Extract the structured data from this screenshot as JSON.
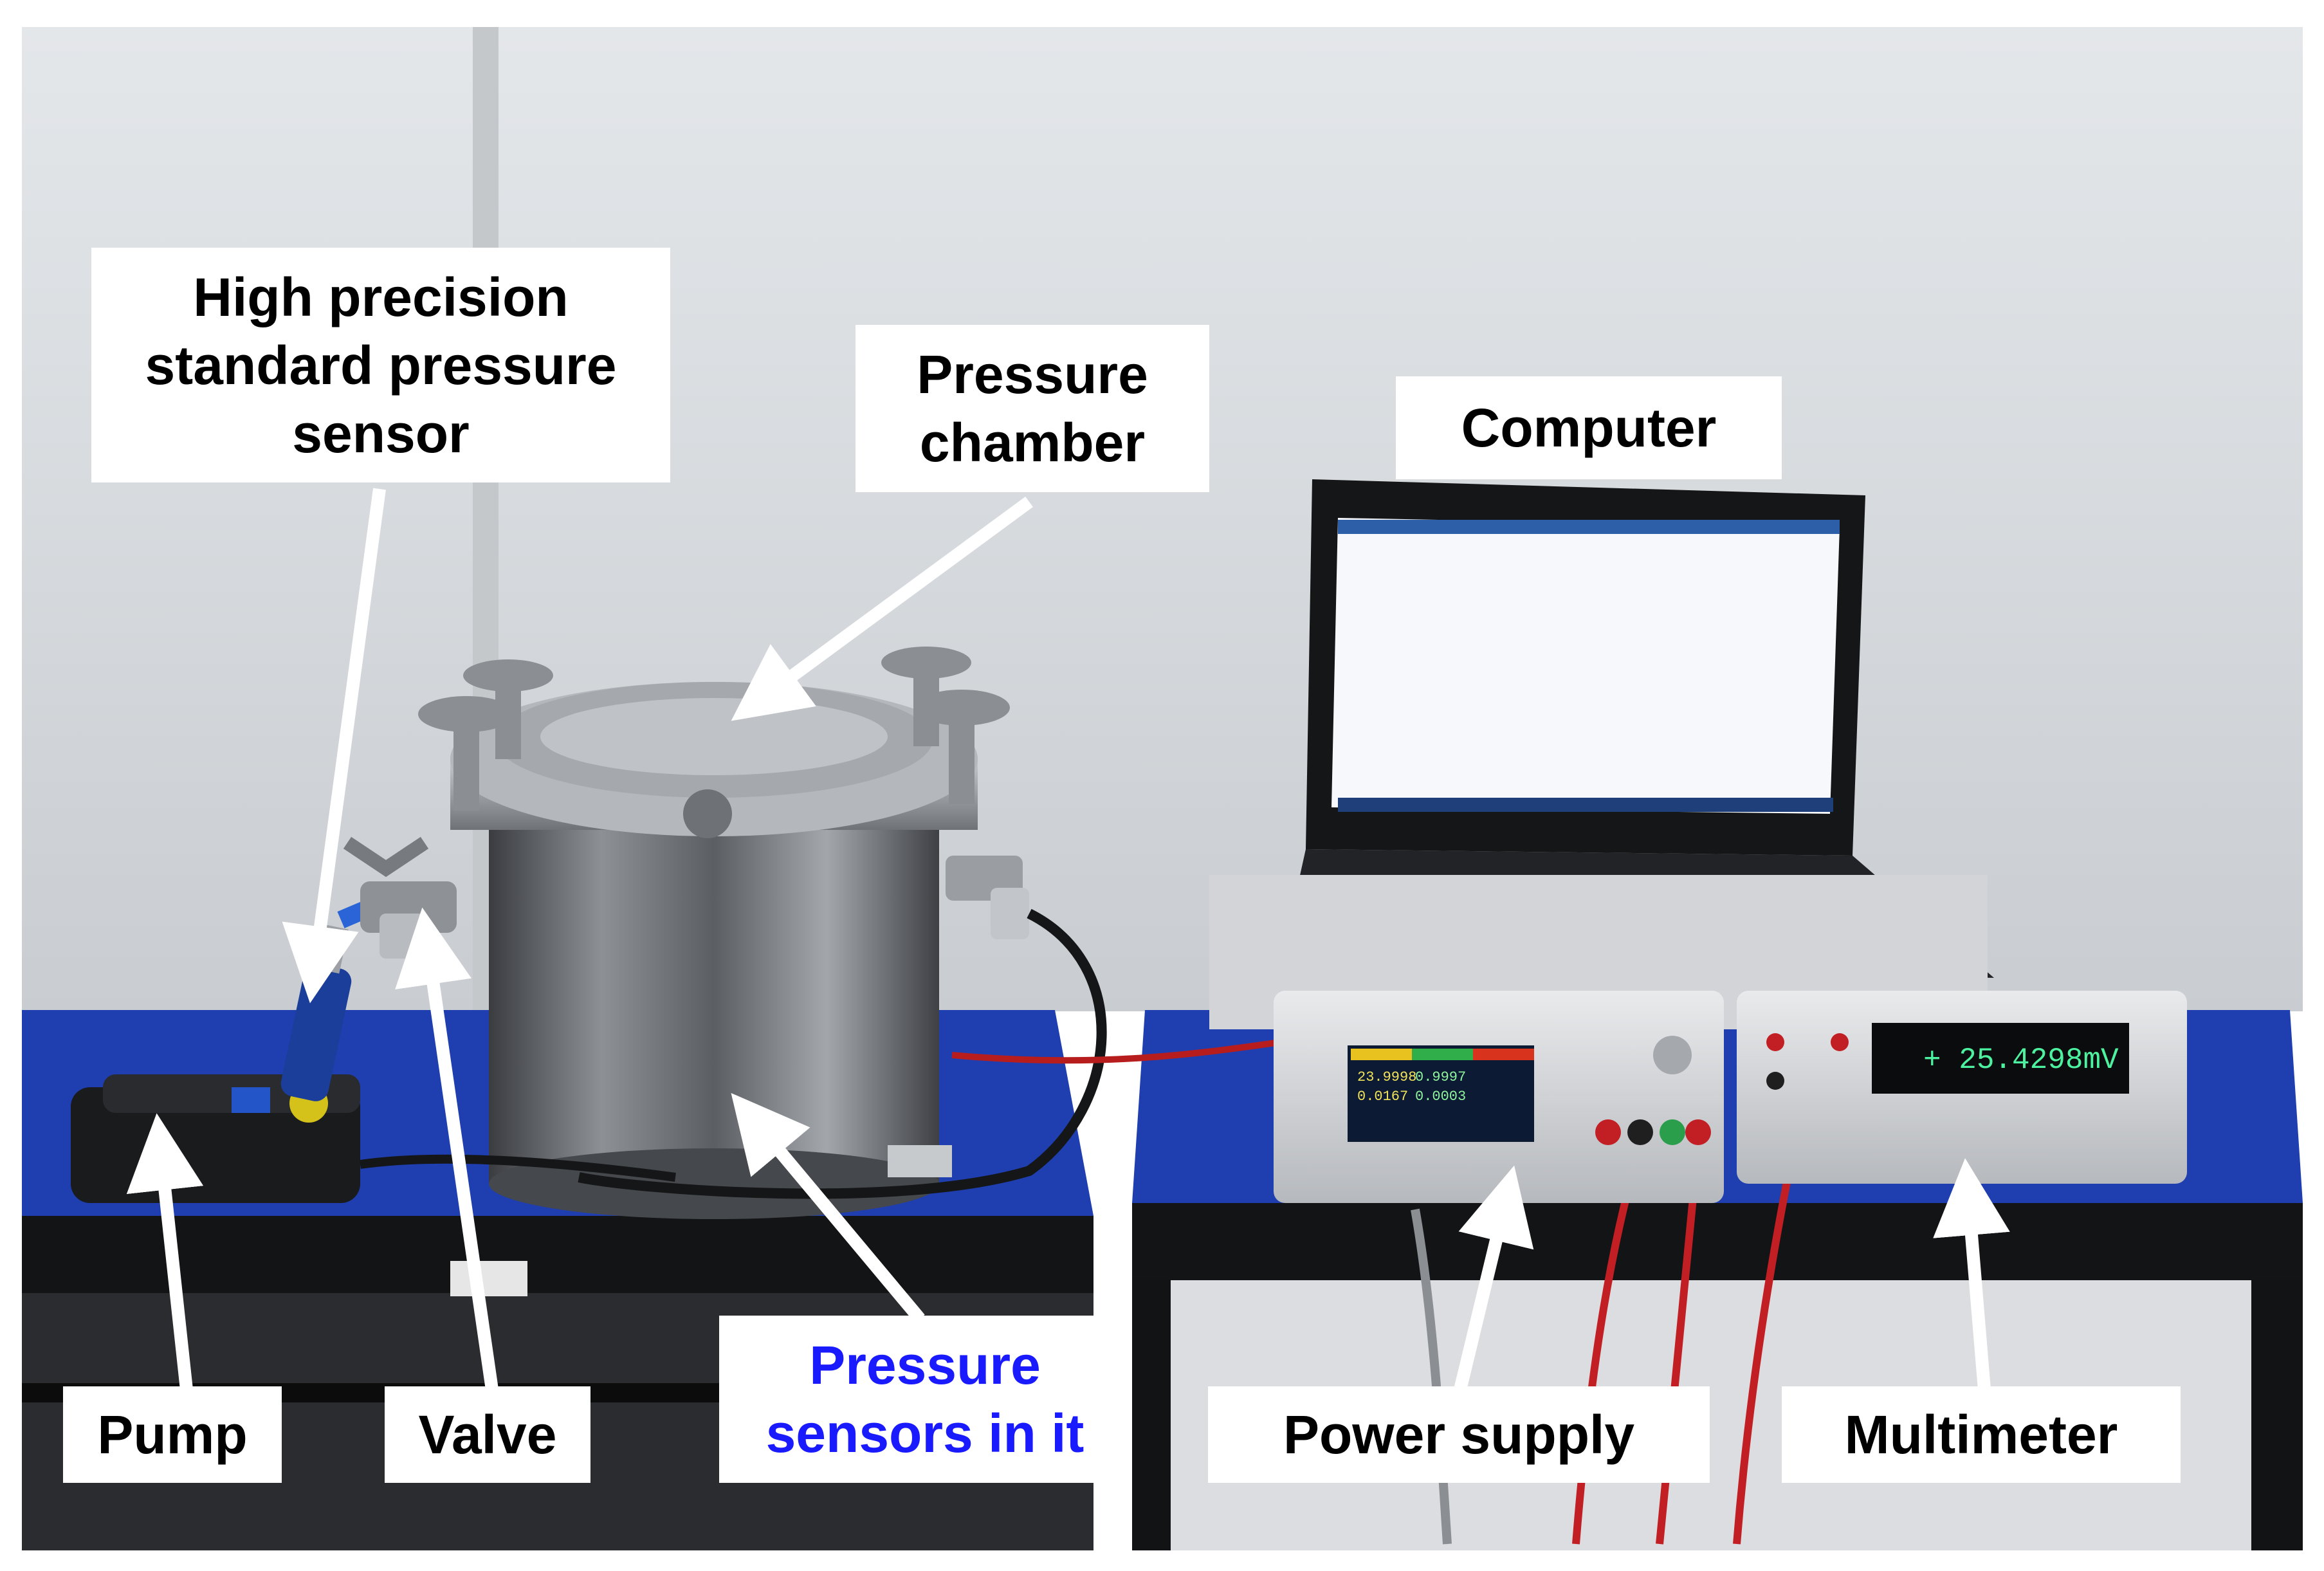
{
  "labels": {
    "standard_sensor": [
      "High precision",
      "standard pressure",
      "sensor"
    ],
    "pressure_chamber": [
      "Pressure",
      "chamber"
    ],
    "computer": "Computer",
    "pump": "Pump",
    "valve": "Valve",
    "sensors_in_it": [
      "Pressure",
      "sensors in it"
    ],
    "power_supply": "Power supply",
    "multimeter": "Multimeter"
  },
  "instrument_displays": {
    "power_supply_readings": [
      "23.9998",
      "0.9997",
      "0.0167",
      "0.0003"
    ],
    "multimeter_reading": "+ 25.4298mV"
  },
  "colors": {
    "label_text": "#000000",
    "highlight_label_text": "#1a1aff",
    "label_background": "#ffffff",
    "arrow": "#ffffff",
    "table_mat": "#1f3fb0",
    "wall": "#d9dde0"
  }
}
